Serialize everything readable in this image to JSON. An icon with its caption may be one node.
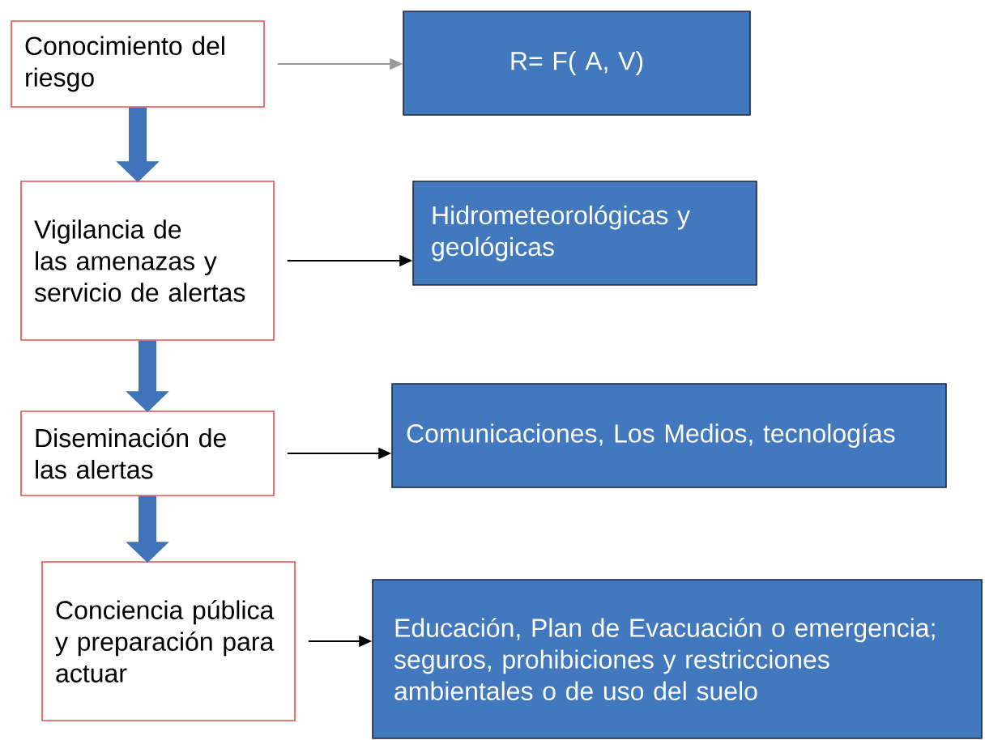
{
  "diagram": {
    "nodes": [
      {
        "text": [
          "Conocimiento del riesgo"
        ]
      },
      {
        "text": [
          "R= F( A, V)"
        ]
      },
      {
        "text": [
          "Vigilancia de las amenazas y servicio de alertas"
        ]
      },
      {
        "text": [
          "Hidrometeorológicas y geológicas"
        ]
      },
      {
        "text": [
          "Diseminación de las alertas"
        ]
      },
      {
        "text": [
          "Comunicaciones, Los Medios, tecnologías"
        ]
      },
      {
        "text": [
          "Conciencia pública y preparación para actuar"
        ]
      },
      {
        "text": [
          "Educación, Plan de Evacuación o emergencia; seguros, prohibiciones y restricciones ambientales o de uso del suelo"
        ]
      }
    ],
    "edges": [
      {
        "from": 0,
        "to": 1,
        "arrow": "to",
        "color": "#999999"
      },
      {
        "from": 2,
        "to": 3,
        "arrow": "to"
      },
      {
        "from": 4,
        "to": 5,
        "arrow": "to"
      },
      {
        "from": 6,
        "to": 7,
        "arrow": "to"
      },
      {
        "from": 0,
        "to": 2,
        "arrow": "to",
        "style": "thick",
        "color": "#3f74b8"
      },
      {
        "from": 2,
        "to": 4,
        "arrow": "to",
        "style": "thick",
        "color": "#3f74b8"
      },
      {
        "from": 4,
        "to": 6,
        "arrow": "to",
        "style": "thick",
        "color": "#3f74b8"
      }
    ]
  }
}
